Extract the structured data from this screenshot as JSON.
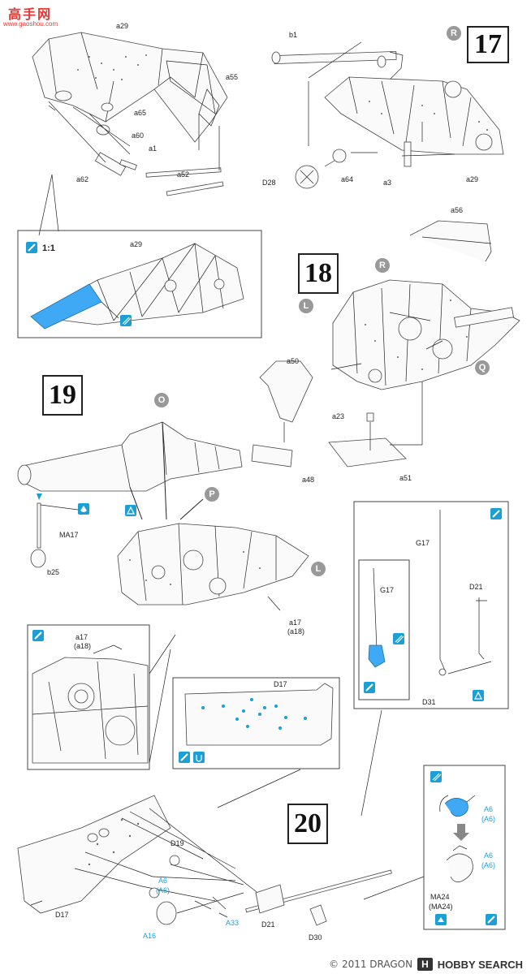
{
  "watermark": {
    "title": "高手网",
    "url": "www.gaoshou.com"
  },
  "steps": {
    "s17": "17",
    "s18": "18",
    "s19": "19",
    "s20": "20"
  },
  "markers": {
    "R1": "R",
    "R2": "R",
    "L1": "L",
    "L2": "L",
    "O": "O",
    "P": "P",
    "Q": "Q"
  },
  "scale": "1:1",
  "labels": {
    "a29": "a29",
    "a55": "a55",
    "a65": "a65",
    "a60": "a60",
    "a1": "a1",
    "a62": "a62",
    "a52": "a52",
    "b1": "b1",
    "D28": "D28",
    "a64": "a64",
    "a3": "a3",
    "a29b": "a29",
    "a29c": "a29",
    "a56": "a56",
    "a50": "a50",
    "a23": "a23",
    "a48": "a48",
    "a51": "a51",
    "MA17": "MA17",
    "b25": "b25",
    "a17": "a17",
    "a18": "(a18)",
    "a17b": "a17",
    "a18b": "(a18)",
    "G17": "G17",
    "G17b": "G17",
    "D21": "D21",
    "D31": "D31",
    "D17": "D17",
    "A6": "A6",
    "A6p": "(A6)",
    "A6b": "A6",
    "A6bp": "(A6)",
    "MA24": "MA24",
    "MA24p": "(MA24)",
    "D19": "D19",
    "A6c": "A6",
    "A6cp": "(A6)",
    "D17b": "D17",
    "A16": "A16",
    "A33": "A33",
    "D21b": "D21",
    "D30": "D30"
  },
  "footer": {
    "id": "© 2011 DRAGON",
    "logo": "H",
    "brand": "HOBBY SEARCH"
  },
  "colors": {
    "accent": "#1a9fd6",
    "watermark": "#e53935"
  }
}
